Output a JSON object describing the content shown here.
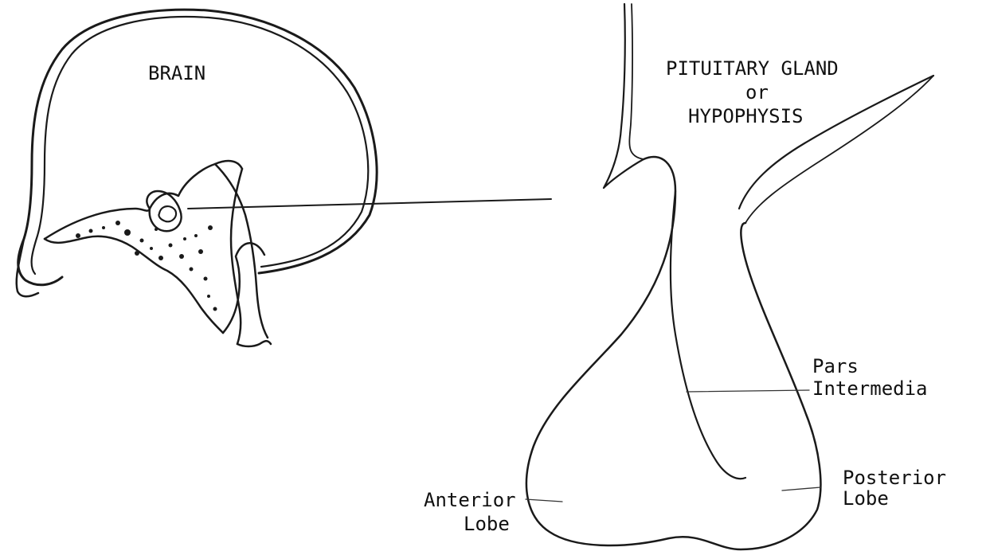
{
  "labels": {
    "brain": "BRAIN",
    "pituitary_line1": "PITUITARY GLAND",
    "pituitary_line2": "or",
    "pituitary_line3": "HYPOPHYSIS",
    "pars_line1": "Pars",
    "pars_line2": "Intermedia",
    "posterior_line1": "Posterior",
    "posterior_line2": "Lobe",
    "anterior_line1": "Anterior",
    "anterior_line2": "Lobe"
  }
}
